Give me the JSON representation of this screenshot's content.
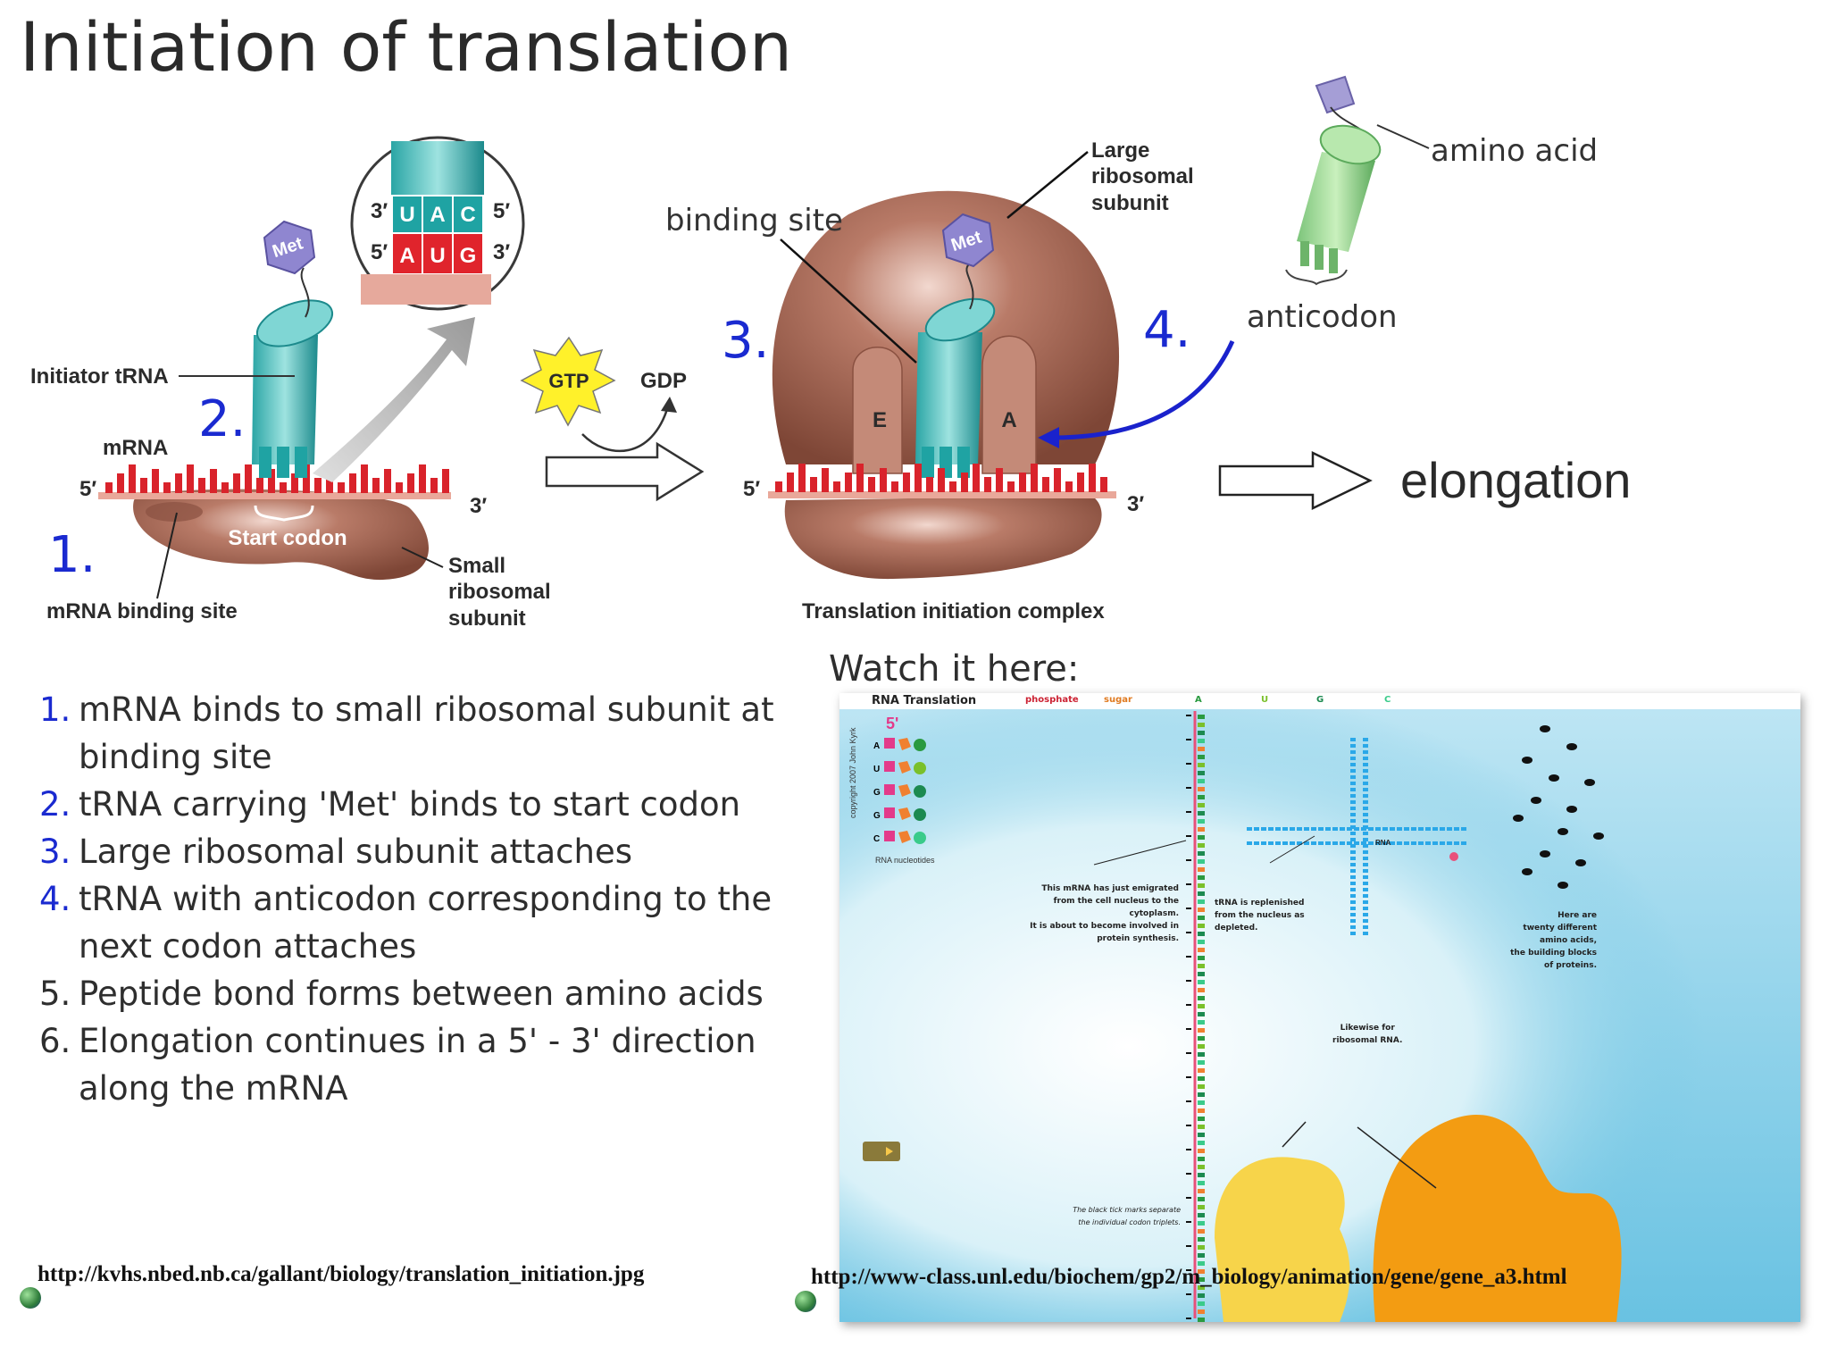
{
  "slide": {
    "title": "Initiation of translation",
    "watch_label": "Watch it here:",
    "source_url_left": "http://kvhs.nbed.nb.ca/gallant/biology/translation_initiation.jpg",
    "source_url_right": "http://www-class.unl.edu/biochem/gp2/m_biology/animation/gene/gene_a3.html"
  },
  "diagram_left": {
    "met": "Met",
    "inset": {
      "top_left": "3′",
      "top_right": "5′",
      "bottom_left": "5′",
      "bottom_right": "3′",
      "anticodon": [
        "U",
        "A",
        "C"
      ],
      "codon": [
        "A",
        "U",
        "G"
      ]
    },
    "initiator_trna": "Initiator tRNA",
    "mrna": "mRNA",
    "five_prime": "5′",
    "three_prime": "3′",
    "start_codon": "Start codon",
    "mrna_binding_site": "mRNA binding site",
    "small_subunit": [
      "Small",
      "ribosomal",
      "subunit"
    ],
    "step1": "1.",
    "step2": "2."
  },
  "reaction": {
    "gtp": "GTP",
    "gdp": "GDP"
  },
  "diagram_middle": {
    "binding_site": "binding site",
    "large_subunit": [
      "Large",
      "ribosomal",
      "subunit"
    ],
    "met": "Met",
    "site_e": "E",
    "site_a": "A",
    "five_prime": "5′",
    "three_prime": "3′",
    "complex_label": "Translation initiation complex",
    "step3": "3.",
    "step4": "4."
  },
  "diagram_right": {
    "amino_acid": "amino acid",
    "anticodon": "anticodon",
    "elongation": "elongation"
  },
  "steps": [
    {
      "num": "1.",
      "text": "mRNA binds to small ribosomal subunit at",
      "cont": "binding site",
      "blue": true
    },
    {
      "num": "2.",
      "text": "tRNA carrying 'Met' binds to start codon",
      "blue": true
    },
    {
      "num": "3.",
      "text": "Large ribosomal subunit attaches",
      "blue": true
    },
    {
      "num": "4.",
      "text": "tRNA with anticodon corresponding to the",
      "cont": "next codon attaches",
      "blue": true
    },
    {
      "num": "5.",
      "text": "Peptide bond forms between amino acids",
      "blue": false
    },
    {
      "num": "6.",
      "text": "Elongation continues in a 5' - 3' direction",
      "cont": "along the mRNA",
      "blue": false
    }
  ],
  "video": {
    "header": "RNA Translation",
    "legend": [
      "phosphate",
      "sugar",
      "A",
      "U",
      "G",
      "C"
    ],
    "strand_5": "5'",
    "strand_bases": [
      "A",
      "U",
      "G",
      "G",
      "C"
    ],
    "strand_caption": "RNA nucleotides",
    "copyright": "copyright 2007 John Kyrk",
    "note_mrna": [
      "This mRNA has just emigrated",
      "from the cell nucleus to the",
      "cytoplasm.",
      "It is about to become involved in",
      "protein synthesis."
    ],
    "note_trna": [
      "tRNA is replenished",
      "from the nucleus as",
      "depleted."
    ],
    "note_amino": [
      "Here are",
      "twenty different",
      "amino acids,",
      "the building blocks",
      "of proteins."
    ],
    "note_ribo": [
      "Likewise for",
      "ribosomal RNA."
    ],
    "note_ticks": [
      "The black tick marks separate",
      "the individual codon triplets."
    ],
    "trna_label": "RNA"
  }
}
